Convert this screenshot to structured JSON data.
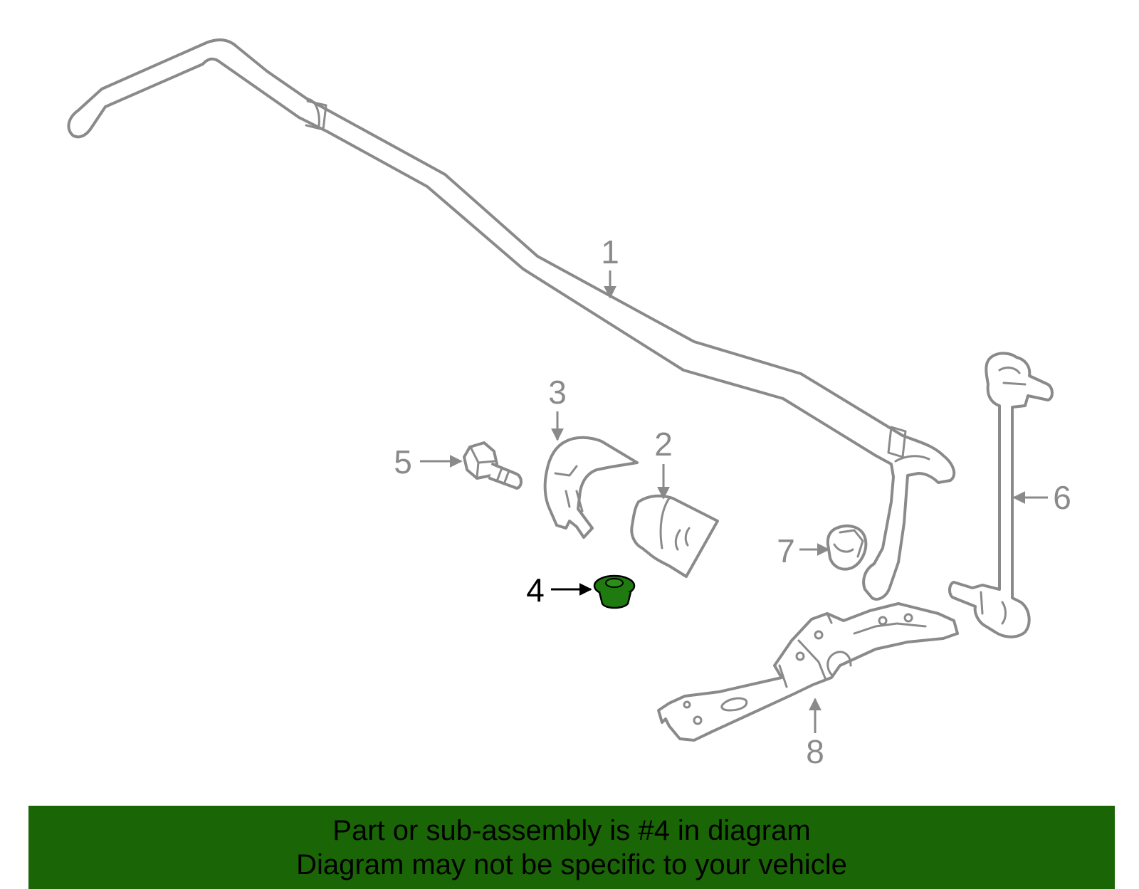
{
  "callouts": {
    "p1": "1",
    "p2": "2",
    "p3": "3",
    "p4": "4",
    "p5": "5",
    "p6": "6",
    "p7": "7",
    "p8": "8"
  },
  "highlighted_part": "4",
  "colors": {
    "line_art": "#8a8a8a",
    "highlight_part": "#1f7a0f",
    "banner_background": "#1a6606",
    "banner_text": "#000000",
    "highlight_label": "#000000"
  },
  "banner": {
    "line1": "Part or sub-assembly is #4 in diagram",
    "line2": "Diagram may not be specific to your vehicle"
  }
}
